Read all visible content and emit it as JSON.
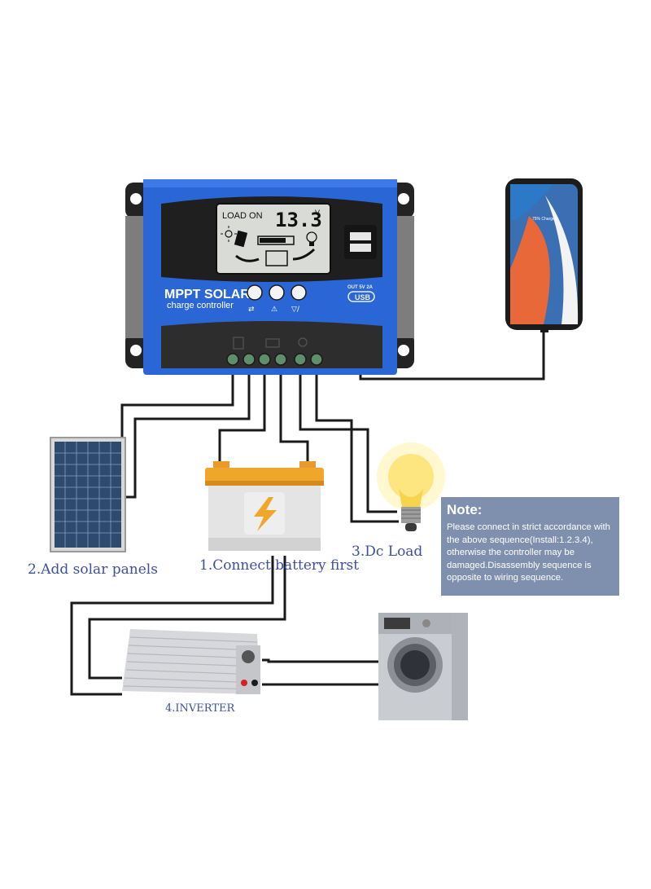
{
  "controller": {
    "brand": "MPPT SOLAR",
    "subtitle": "charge controller",
    "lcd_status": "LOAD ON",
    "lcd_value": "13.3",
    "lcd_unit": "V",
    "usb_label": "OUT 5V 2A",
    "usb_logo": "USB"
  },
  "phone": {
    "screen_text": "75% Charged"
  },
  "labels": {
    "solar": "2.Add solar panels",
    "battery": "1.Connect battery first",
    "load": "3.Dc Load",
    "inverter": "4.INVERTER"
  },
  "note": {
    "title": "Note:",
    "body": "Please connect in strict accordance with the above sequence(Install:1.2.3.4), otherwise the controller may be damaged.Disassembly sequence is opposite to wiring sequence."
  },
  "colors": {
    "controller_blue": "#2b66d6",
    "panel_dark": "#2d2d2d",
    "lcd": "#d9dbd6",
    "label_text": "#3d4fa3",
    "note_bg": "#7f8fae",
    "battery_top": "#f0a62b"
  }
}
